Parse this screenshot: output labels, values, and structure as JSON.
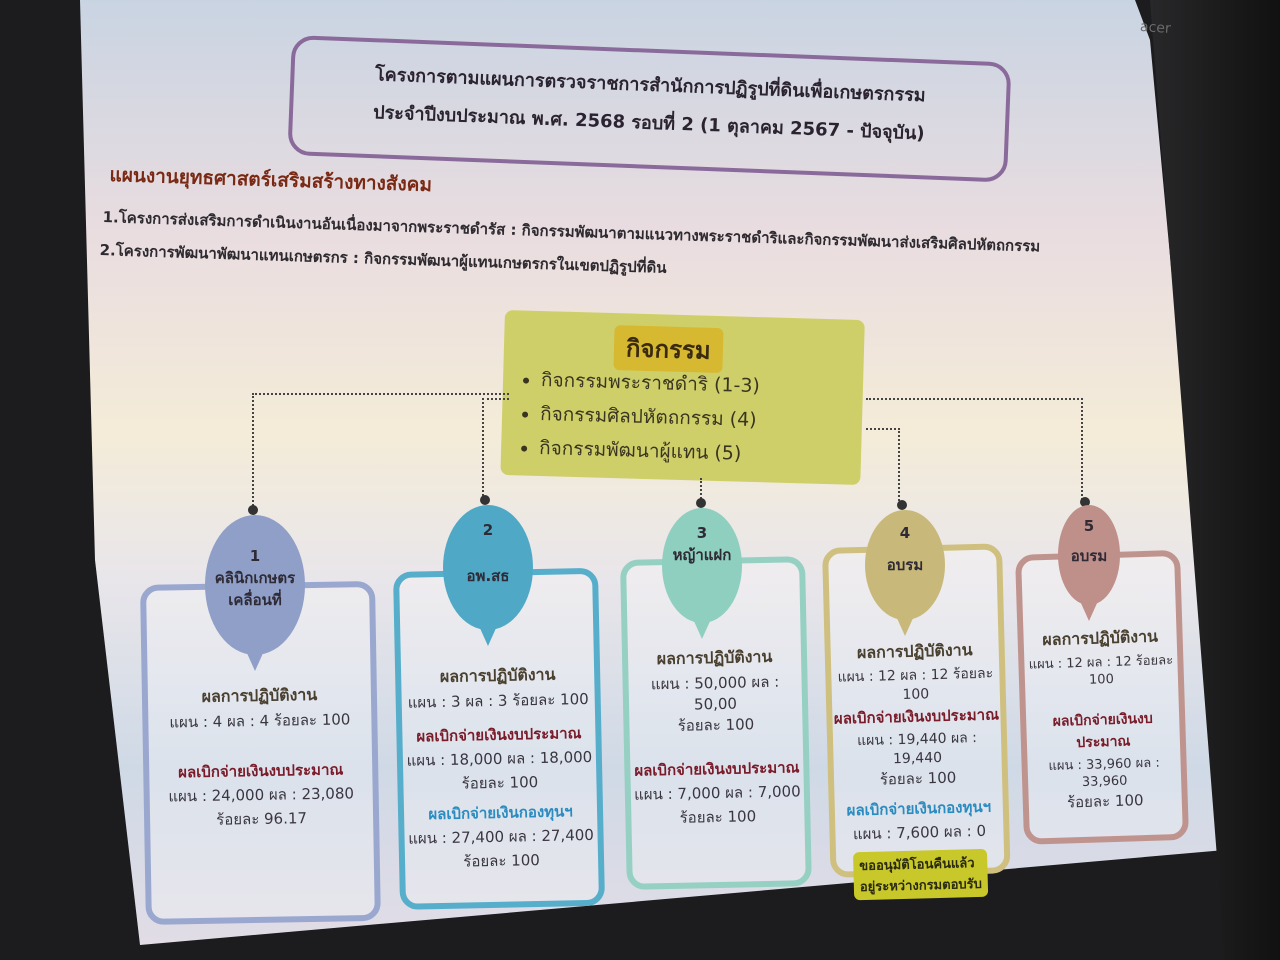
{
  "brand": "acer",
  "title": {
    "line1": "โครงการตามแผนการตรวจราชการสำนักการปฏิรูปที่ดินเพื่อเกษตรกรรม",
    "line2": "ประจำปีงบประมาณ พ.ศ. 2568 รอบที่ 2 (1 ตุลาคม 2567 - ปัจจุบัน)"
  },
  "heading": "แผนงานยุทธศาสตร์เสริมสร้างทางสังคม",
  "projects": [
    "1.โครงการส่งเสริมการดำเนินงานอันเนื่องมาจากพระราชดำรัส : กิจกรรมพัฒนาตามแนวทางพระราชดำริและกิจกรรมพัฒนาส่งเสริมศิลปหัตถกรรม",
    "2.โครงการพัฒนาพัฒนาแทนเกษตรกร : กิจกรรมพัฒนาผู้แทนเกษตรกรในเขตปฏิรูปที่ดิน"
  ],
  "center": {
    "title": "กิจกรรม",
    "items": [
      "กิจกรรมพระราชดำริ (1-3)",
      "กิจกรรมศิลปหัตถกรรม (4)",
      "กิจกรรมพัฒนาผู้แทน (5)"
    ]
  },
  "cards": [
    {
      "num": "1",
      "name": "คลินิกเกษตร",
      "name2": "เคลื่อนที่",
      "color": "#8f9fc8",
      "perf_label": "ผลการปฏิบัติงาน",
      "perf": "แผน : 4  ผล : 4 ร้อยละ 100",
      "budget_label": "ผลเบิกจ่ายเงินงบประมาณ",
      "budget": "แผน : 24,000  ผล : 23,080",
      "budget_pct": "ร้อยละ 96.17"
    },
    {
      "num": "2",
      "name": "อพ.สธ",
      "color": "#4fa9c6",
      "perf_label": "ผลการปฏิบัติงาน",
      "perf": "แผน : 3   ผล : 3 ร้อยละ 100",
      "budget_label": "ผลเบิกจ่ายเงินงบประมาณ",
      "budget": "แผน : 18,000  ผล : 18,000",
      "budget_pct": "ร้อยละ 100",
      "fund_label": "ผลเบิกจ่ายเงินกองทุนฯ",
      "fund": "แผน : 27,400  ผล : 27,400",
      "fund_pct": "ร้อยละ 100"
    },
    {
      "num": "3",
      "name": "หญ้าแฝก",
      "color": "#8ecfc0",
      "perf_label": "ผลการปฏิบัติงาน",
      "perf": "แผน : 50,000 ผล : 50,00",
      "perf_pct": "ร้อยละ 100",
      "budget_label": "ผลเบิกจ่ายเงินงบประมาณ",
      "budget": "แผน : 7,000  ผล : 7,000",
      "budget_pct": "ร้อยละ 100"
    },
    {
      "num": "4",
      "name": "อบรม",
      "color": "#c8b97a",
      "perf_label": "ผลการปฏิบัติงาน",
      "perf": "แผน : 12 ผล : 12 ร้อยละ 100",
      "budget_label": "ผลเบิกจ่ายเงินงบประมาณ",
      "budget": "แผน : 19,440  ผล : 19,440",
      "budget_pct": "ร้อยละ 100",
      "fund_label": "ผลเบิกจ่ายเงินกองทุนฯ",
      "fund": "แผน : 7,600  ผล : 0",
      "note1": "ขออนุมัติโอนคืนแล้ว",
      "note2": "อยู่ระหว่างกรมตอบรับ"
    },
    {
      "num": "5",
      "name": "อบรม",
      "color": "#bf8f8a",
      "perf_label": "ผลการปฏิบัติงาน",
      "perf": "แผน : 12 ผล : 12 ร้อยละ 100",
      "budget_label": "ผลเบิกจ่ายเงินงบประมาณ",
      "budget": "แผน : 33,960  ผล : 33,960",
      "budget_pct": "ร้อยละ 100"
    }
  ]
}
